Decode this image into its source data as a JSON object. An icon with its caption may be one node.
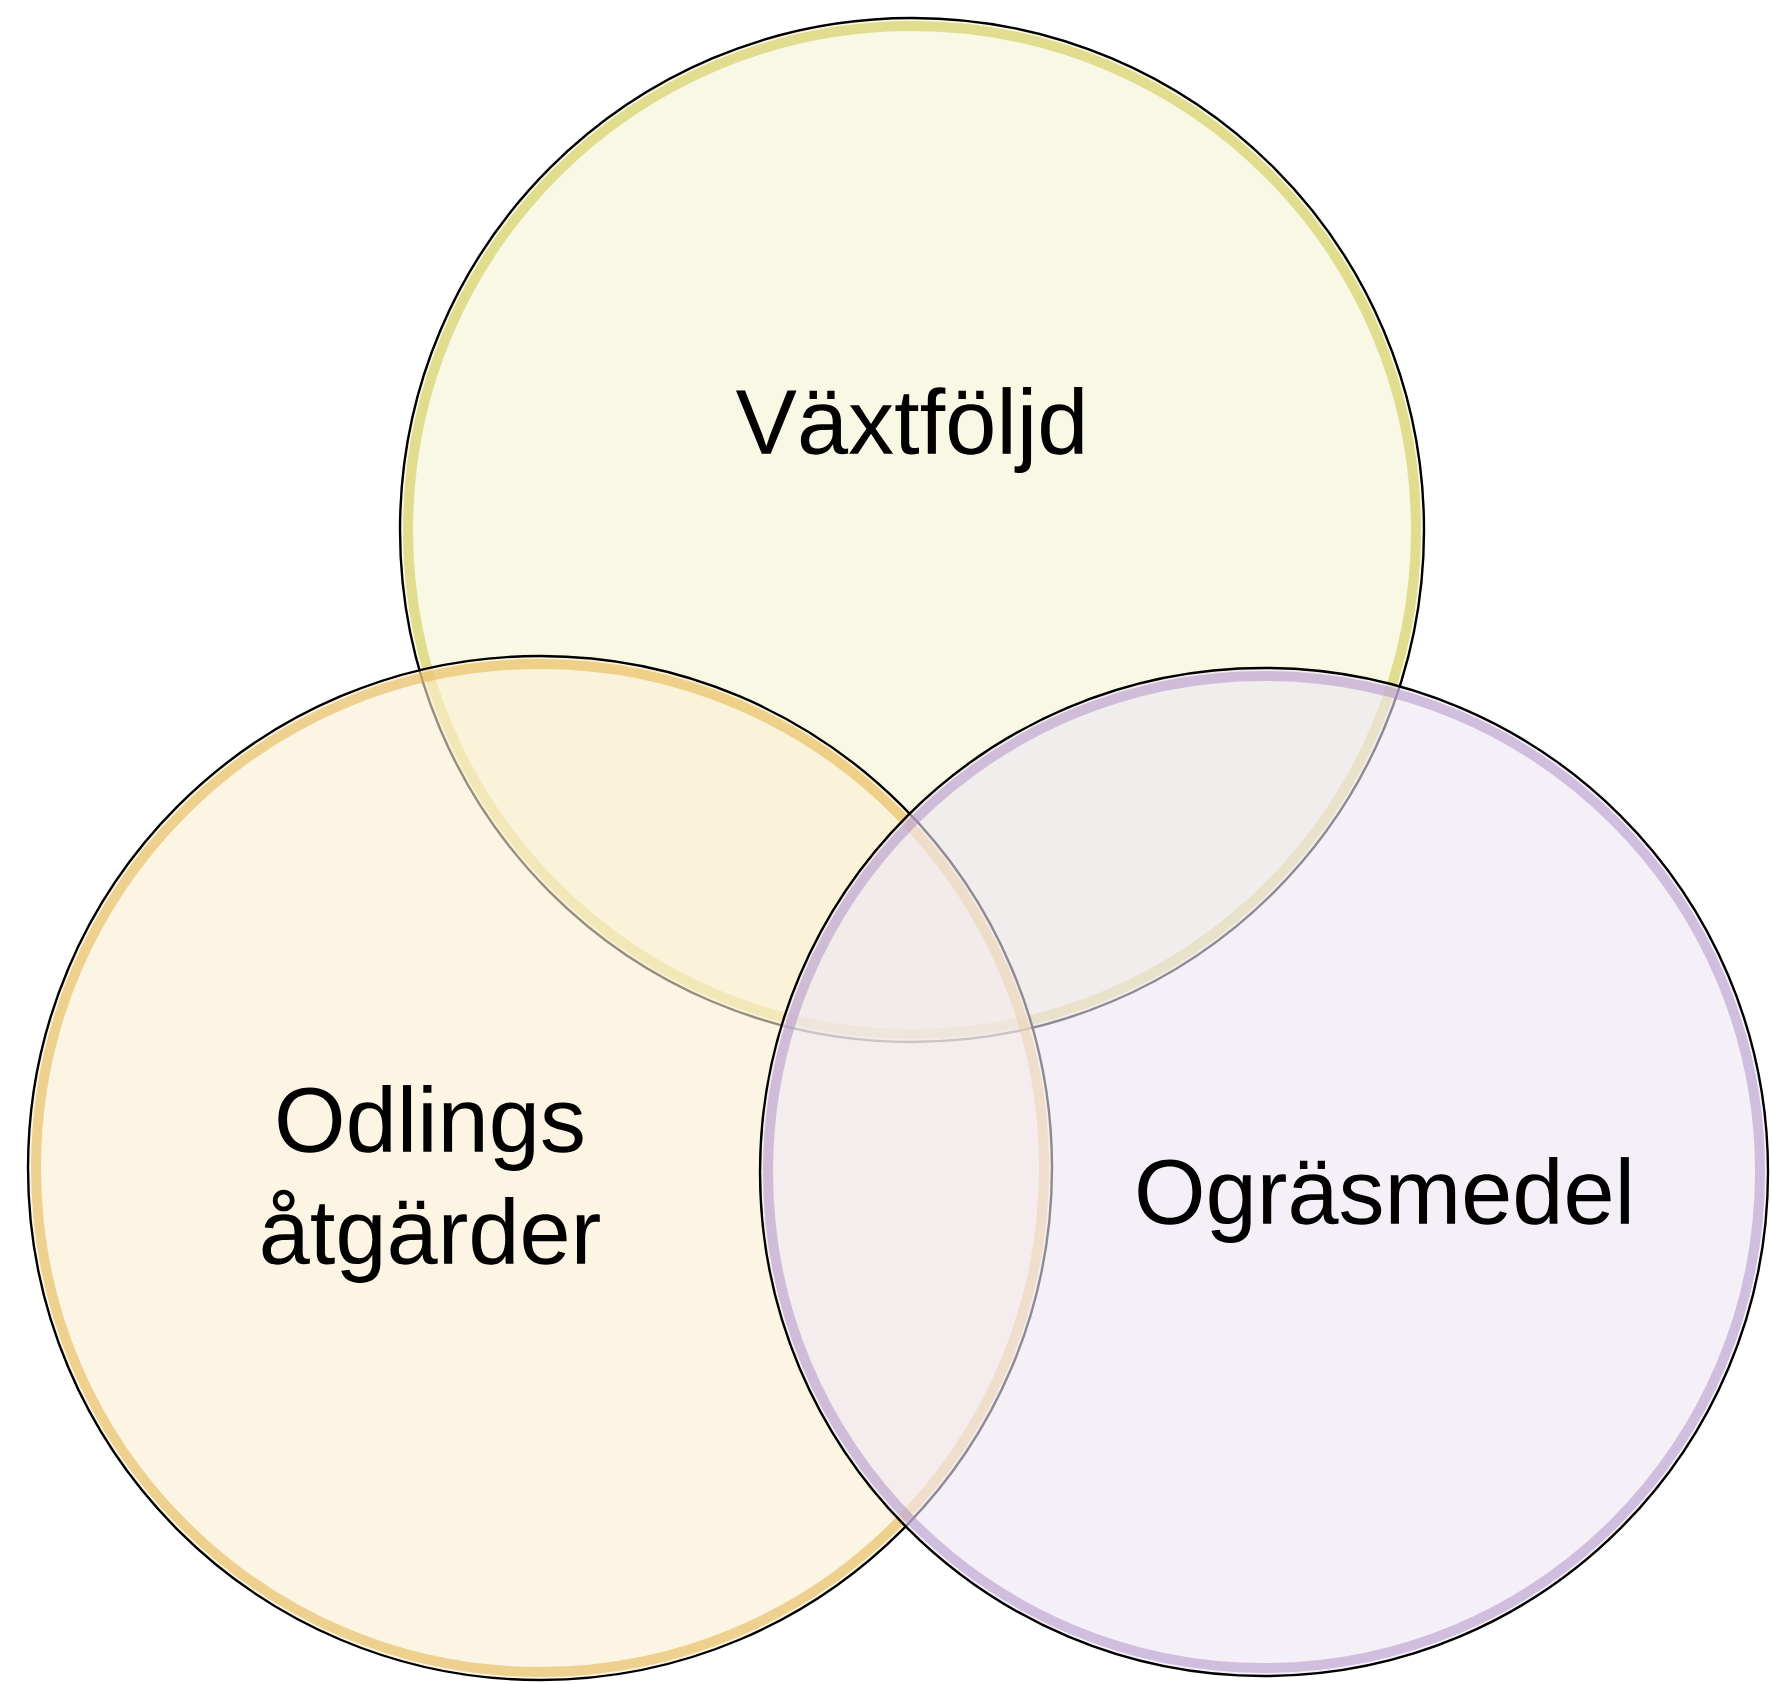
{
  "diagram": {
    "nodes": [
      {
        "text": [
          "Växtföljd"
        ]
      },
      {
        "text": [
          "Odlings åtgärder"
        ]
      },
      {
        "text": [
          "Ogräsmedel"
        ]
      }
    ]
  }
}
